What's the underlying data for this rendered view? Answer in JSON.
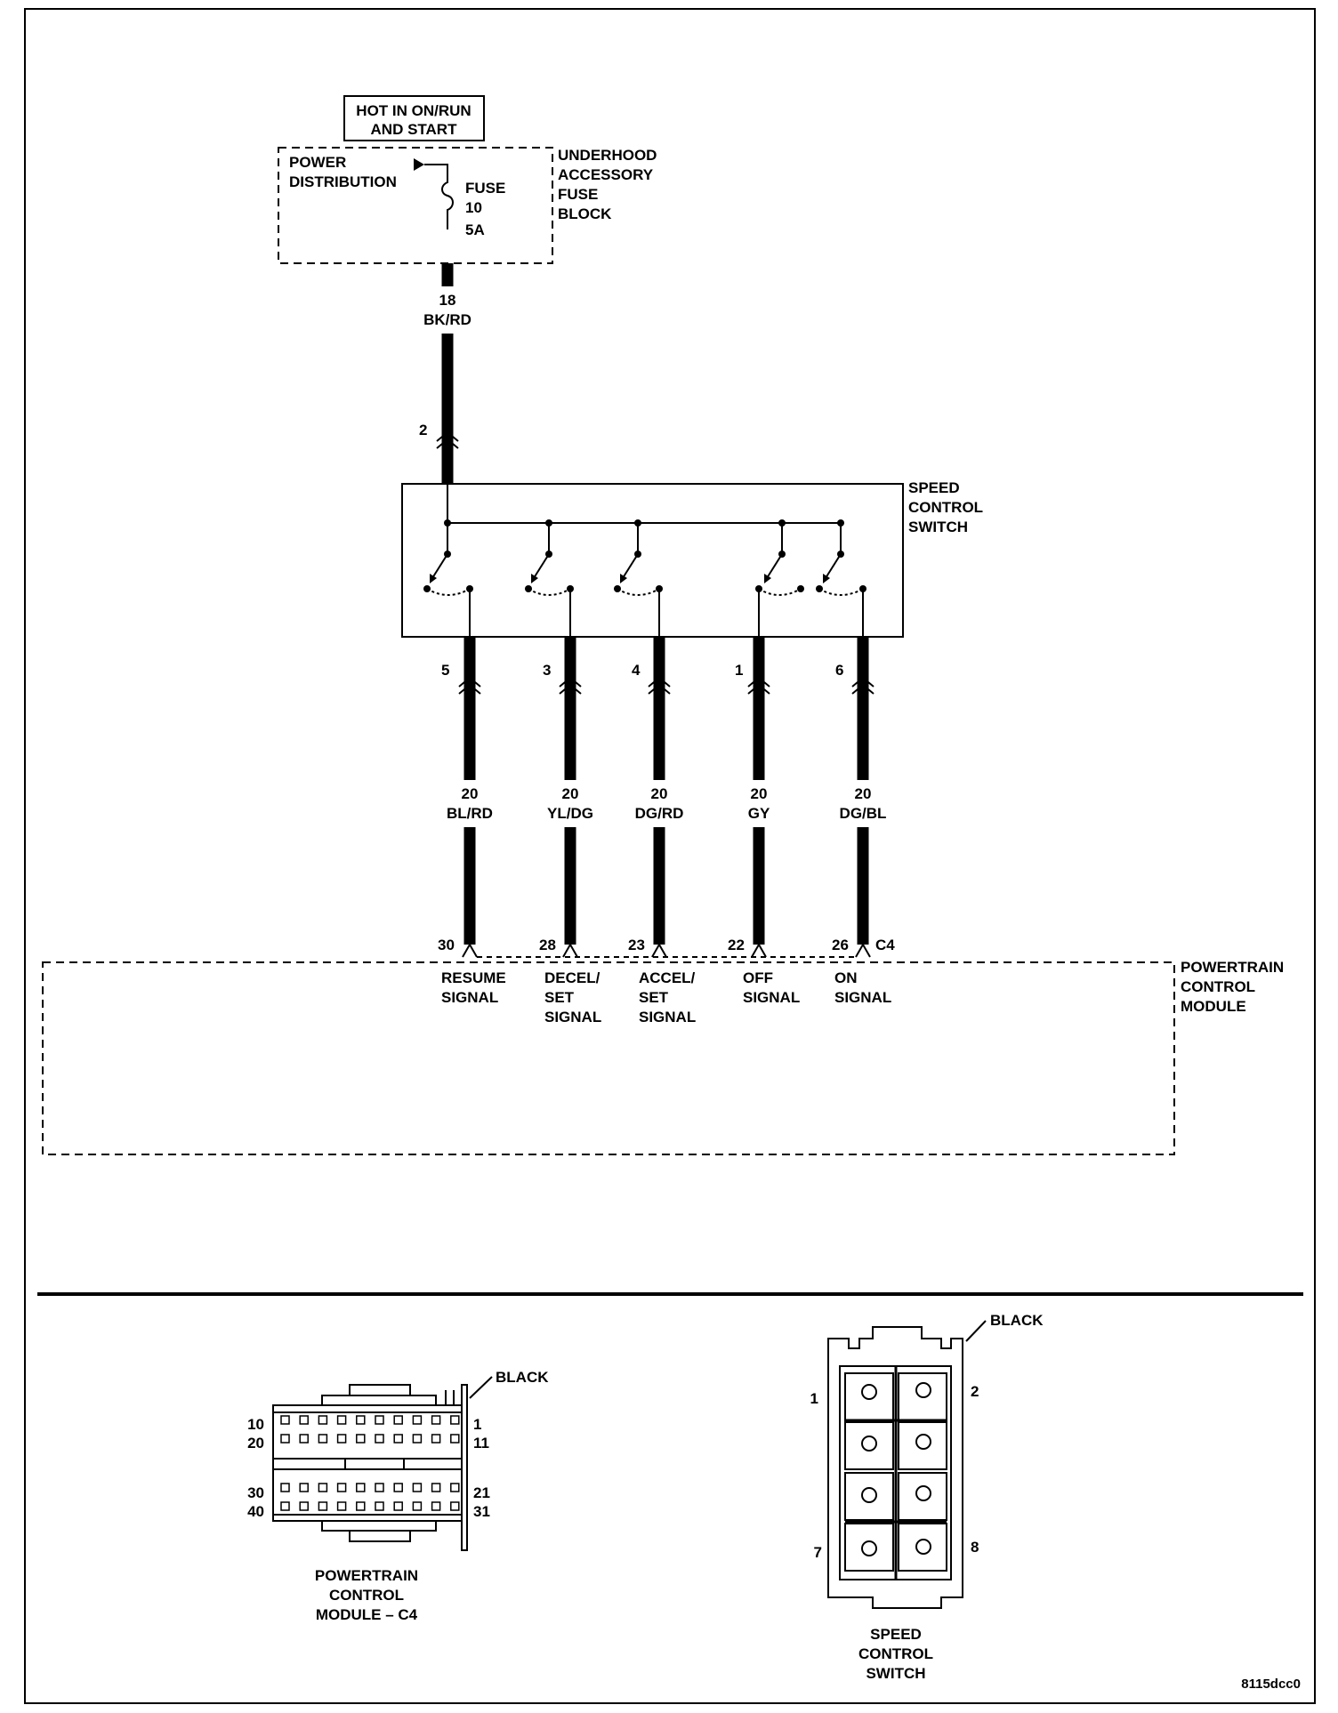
{
  "power_source": {
    "hot_label_line1": "HOT IN ON/RUN",
    "hot_label_line2": "AND START",
    "power_dist_line1": "POWER",
    "power_dist_line2": "DISTRIBUTION",
    "fuse_line1": "FUSE",
    "fuse_line2": "10",
    "fuse_line3": "5A",
    "fuse_block_line1": "UNDERHOOD",
    "fuse_block_line2": "ACCESSORY",
    "fuse_block_line3": "FUSE",
    "fuse_block_line4": "BLOCK"
  },
  "feed_wire": {
    "gauge": "18",
    "color": "BK/RD",
    "pin": "2"
  },
  "switch": {
    "name_line1": "SPEED",
    "name_line2": "CONTROL",
    "name_line3": "SWITCH"
  },
  "wires": [
    {
      "switch_pin": "5",
      "gauge": "20",
      "color": "BL/RD",
      "pcm_pin": "30",
      "signal_line1": "RESUME",
      "signal_line2": "SIGNAL",
      "signal_line3": ""
    },
    {
      "switch_pin": "3",
      "gauge": "20",
      "color": "YL/DG",
      "pcm_pin": "28",
      "signal_line1": "DECEL/",
      "signal_line2": "SET",
      "signal_line3": "SIGNAL"
    },
    {
      "switch_pin": "4",
      "gauge": "20",
      "color": "DG/RD",
      "pcm_pin": "23",
      "signal_line1": "ACCEL/",
      "signal_line2": "SET",
      "signal_line3": "SIGNAL"
    },
    {
      "switch_pin": "1",
      "gauge": "20",
      "color": "GY",
      "pcm_pin": "22",
      "signal_line1": "OFF",
      "signal_line2": "SIGNAL",
      "signal_line3": ""
    },
    {
      "switch_pin": "6",
      "gauge": "20",
      "color": "DG/BL",
      "pcm_pin": "26",
      "signal_line1": "ON",
      "signal_line2": "SIGNAL",
      "signal_line3": ""
    }
  ],
  "pcm": {
    "connector": "C4",
    "name_line1": "POWERTRAIN",
    "name_line2": "CONTROL",
    "name_line3": "MODULE"
  },
  "pcm_connector_view": {
    "color": "BLACK",
    "pins_left": [
      "10",
      "20",
      "30",
      "40"
    ],
    "pins_right": [
      "1",
      "11",
      "21",
      "31"
    ],
    "caption_line1": "POWERTRAIN",
    "caption_line2": "CONTROL",
    "caption_line3": "MODULE – C4"
  },
  "switch_connector_view": {
    "color": "BLACK",
    "pin_tl": "1",
    "pin_tr": "2",
    "pin_bl": "7",
    "pin_br": "8",
    "caption_line1": "SPEED",
    "caption_line2": "CONTROL",
    "caption_line3": "SWITCH"
  },
  "figure_code": "8115dcc0"
}
